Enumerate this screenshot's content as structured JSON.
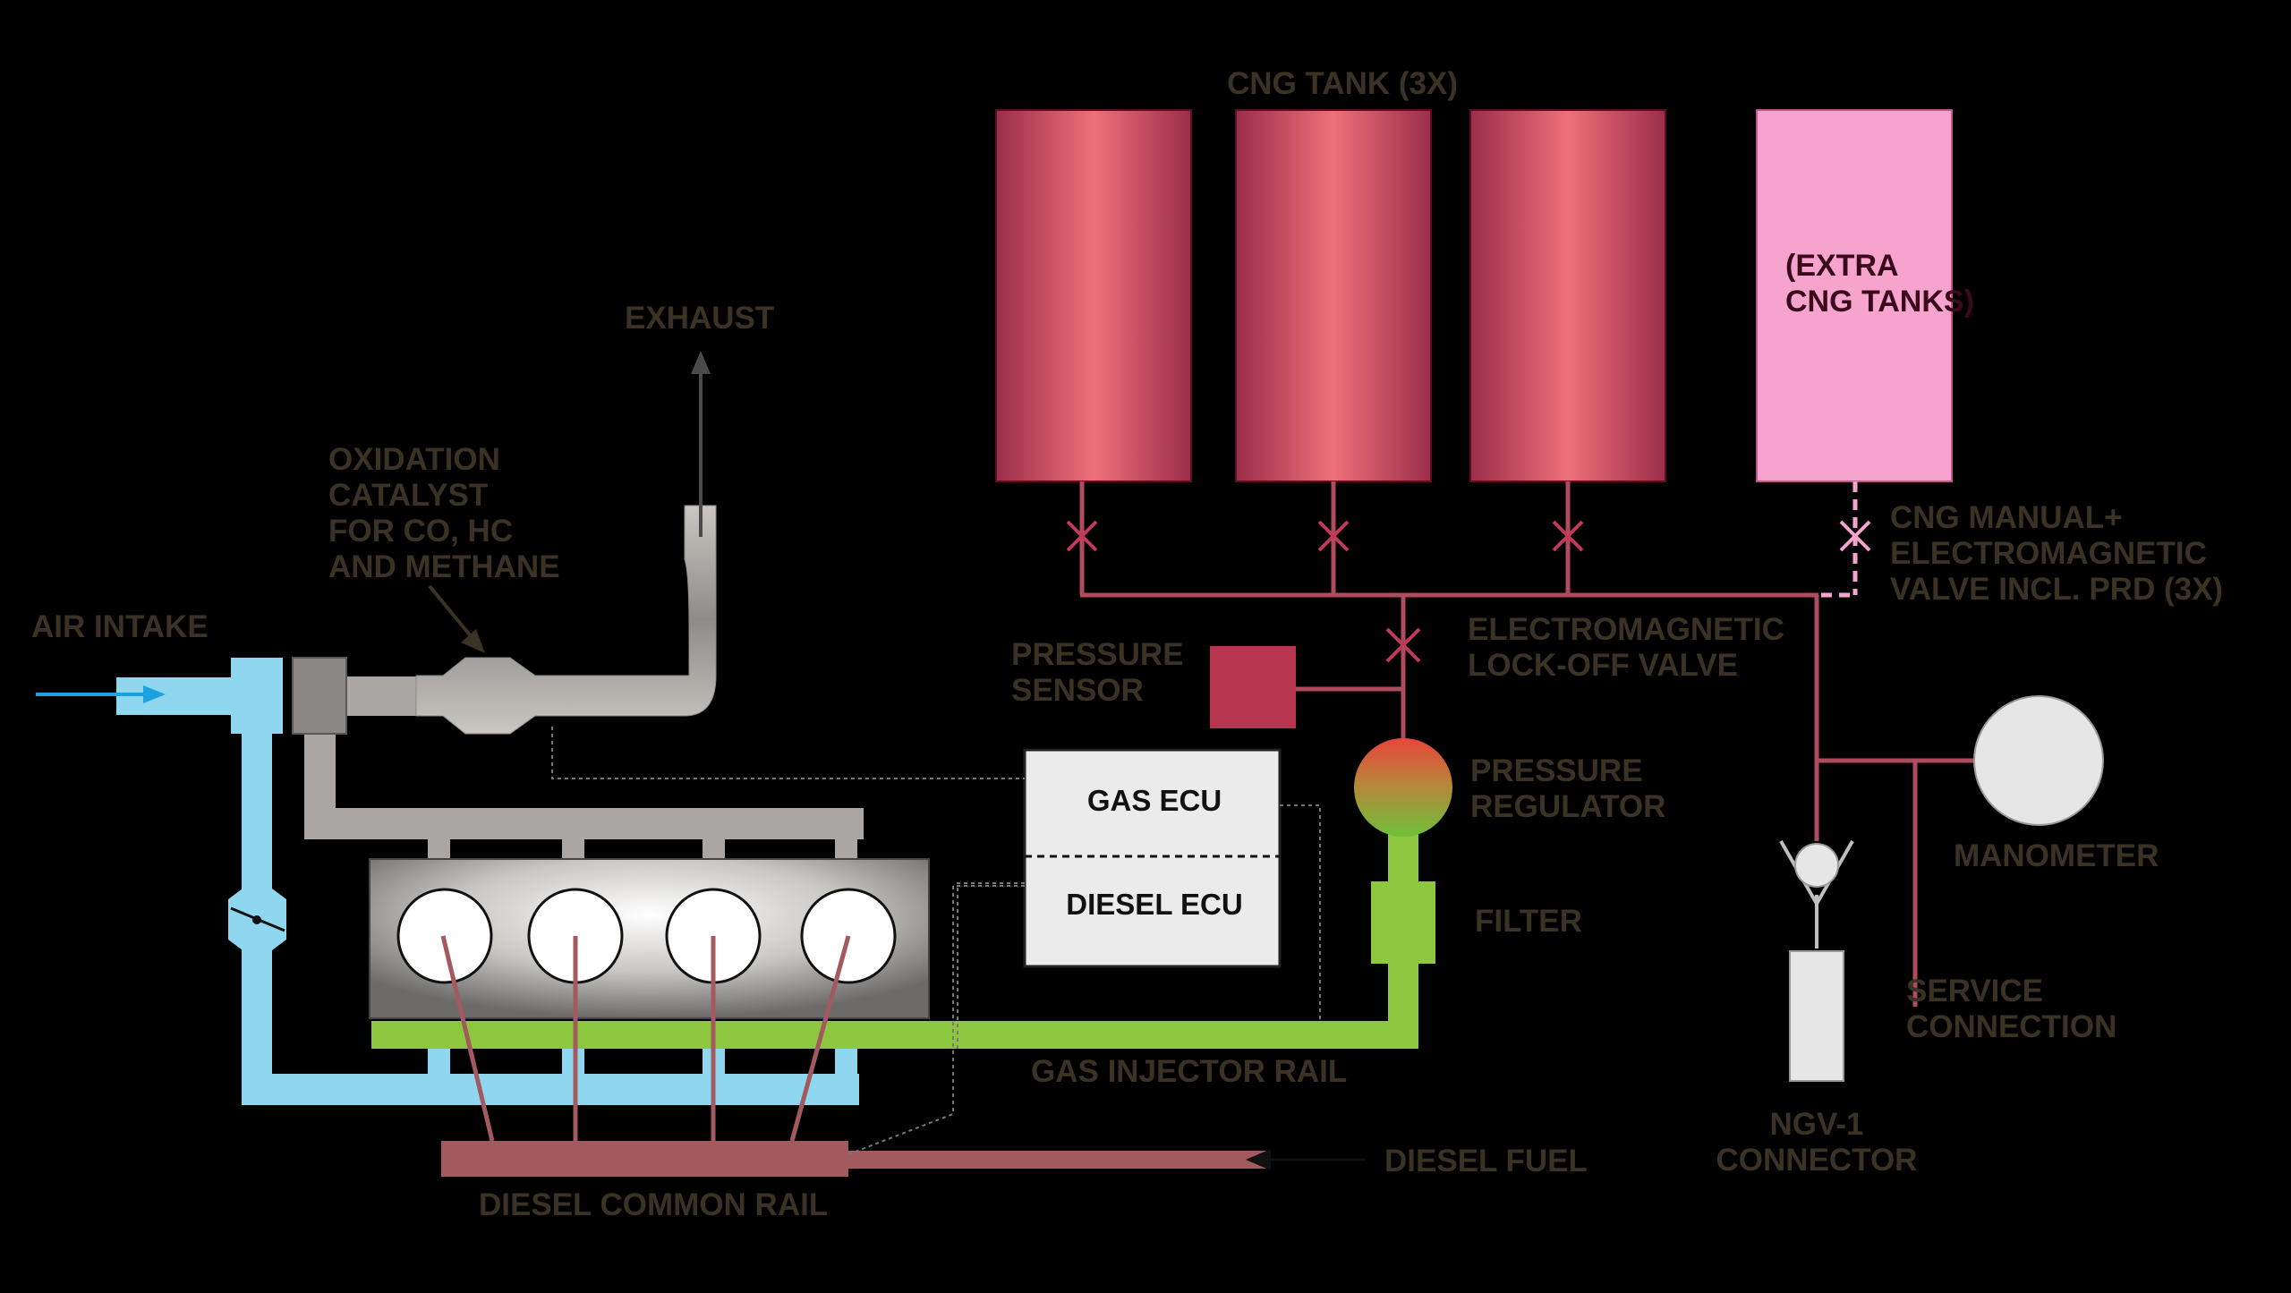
{
  "labels": {
    "cng_tank": "CNG TANK (3X)",
    "extra_tanks": "(EXTRA\nCNG TANKS)",
    "exhaust": "EXHAUST",
    "oxidation_catalyst": "OXIDATION\nCATALYST\nFOR CO, HC\nAND METHANE",
    "air_intake": "AIR INTAKE",
    "cng_valve": "CNG MANUAL+\nELECTROMAGNETIC\nVALVE INCL. PRD (3X)",
    "lock_off_valve": "ELECTROMAGNETIC\nLOCK-OFF VALVE",
    "pressure_sensor": "PRESSURE\nSENSOR",
    "pressure_regulator": "PRESSURE\nREGULATOR",
    "gas_ecu": "GAS ECU",
    "diesel_ecu": "DIESEL ECU",
    "filter": "FILTER",
    "manometer": "MANOMETER",
    "service_connection": "SERVICE\nCONNECTION",
    "gas_injector_rail": "GAS INJECTOR RAIL",
    "ngv1_connector": "NGV-1\nCONNECTOR",
    "diesel_fuel": "DIESEL FUEL",
    "diesel_common_rail": "DIESEL COMMON RAIL"
  },
  "colors": {
    "background": "#000000",
    "label_text": "#3a3224",
    "gas_line": "#b04a5e",
    "intake": "#8fd6ef",
    "exhaust": "#a9a6a3",
    "injector_rail": "#8dc63f",
    "diesel_rail": "#a35a5f",
    "tank_dark": "#9a2e4a",
    "tank_light": "#ee7079",
    "extra_tank": "#f6a3cd"
  }
}
